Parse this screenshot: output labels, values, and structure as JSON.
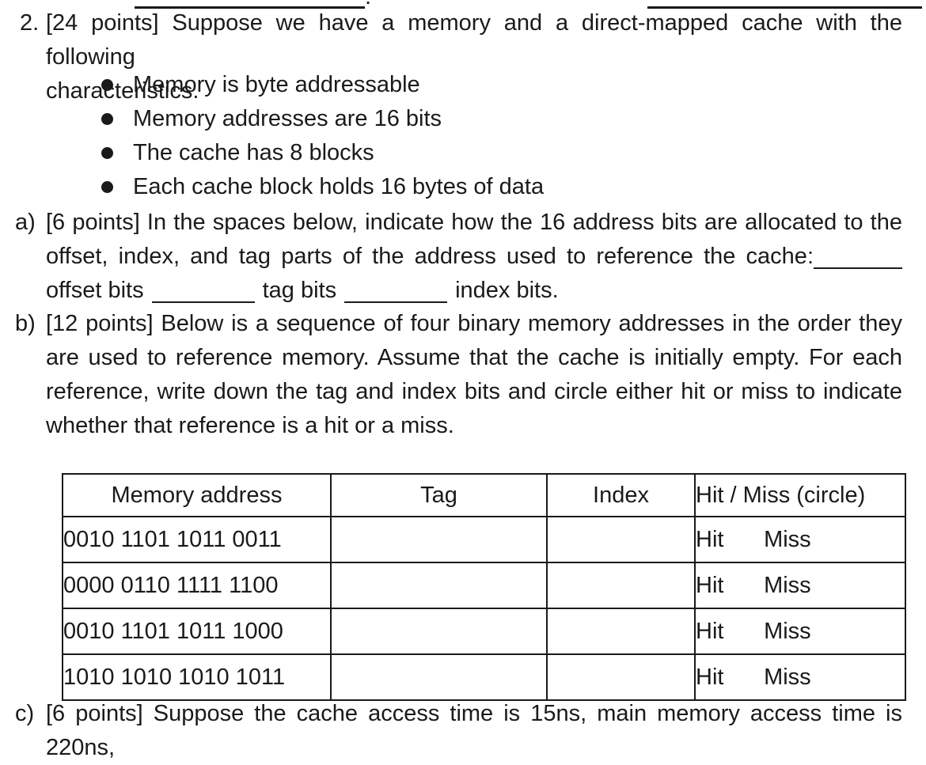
{
  "colors": {
    "background": "#ffffff",
    "text": "#1a1a1a",
    "rule": "#1a1a1a"
  },
  "top_remnant": {
    "period": "."
  },
  "q2": {
    "marker": "2.",
    "line1": "[24 points] Suppose we have a memory and a direct-mapped cache with the following",
    "line2": "characteristics.",
    "bullets": [
      "Memory is byte addressable",
      "Memory addresses are 16 bits",
      "The cache has 8 blocks",
      "Each cache block holds 16 bytes of data"
    ]
  },
  "part_a": {
    "marker": "a)",
    "line1": "[6 points] In the spaces below, indicate how the 16 address bits are allocated to the",
    "line2": "offset, index, and tag parts of the address used to reference the cache:",
    "line3_seg1": "offset bits",
    "line3_seg2": "tag bits",
    "line3_seg3": "index bits."
  },
  "part_b": {
    "marker": "b)",
    "line1": "[12 points] Below is a sequence of four binary memory addresses in the order they",
    "line2": "are used to reference memory. Assume that the cache is initially empty. For each",
    "line3": "reference, write down the tag and index bits and circle either hit or miss to indicate",
    "line4": "whether that reference is a hit or a miss."
  },
  "table": {
    "headers": [
      "Memory address",
      "Tag",
      "Index",
      "Hit / Miss (circle)"
    ],
    "rows": [
      {
        "address": "0010 1101 1011 0011",
        "tag": "",
        "index": "",
        "hit": "Hit",
        "miss": "Miss"
      },
      {
        "address": "0000 0110 1111 1100",
        "tag": "",
        "index": "",
        "hit": "Hit",
        "miss": "Miss"
      },
      {
        "address": "0010 1101 1011 1000",
        "tag": "",
        "index": "",
        "hit": "Hit",
        "miss": "Miss"
      },
      {
        "address": "1010 1010 1010 1011",
        "tag": "",
        "index": "",
        "hit": "Hit",
        "miss": "Miss"
      }
    ]
  },
  "part_c": {
    "marker": "c)",
    "line1": "[6 points] Suppose the cache access time is 15ns, main memory access time is 220ns,"
  }
}
